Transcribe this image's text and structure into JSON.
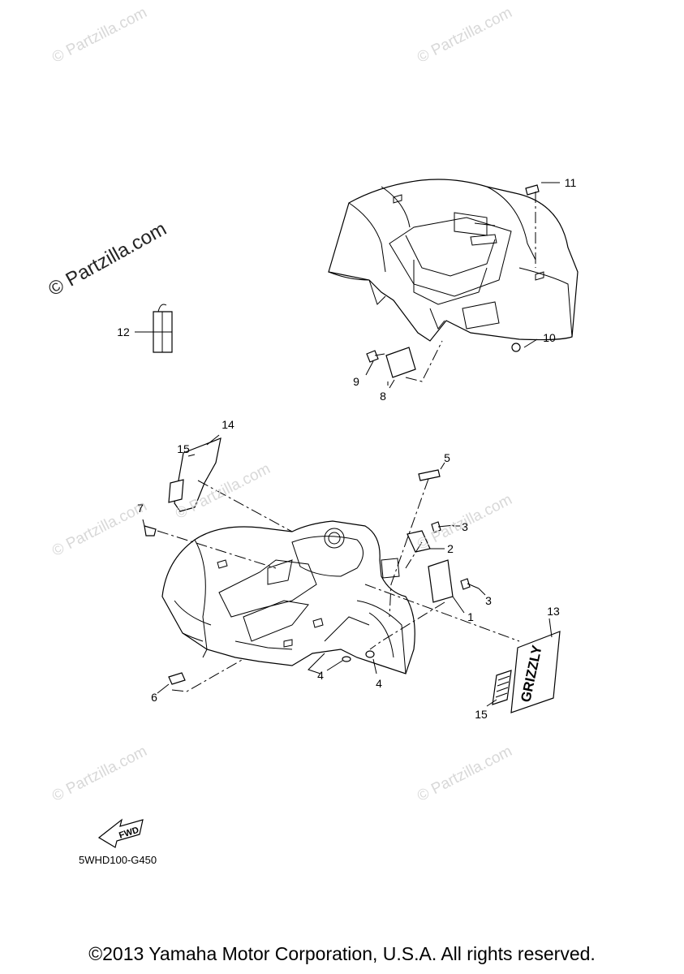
{
  "watermarks": [
    "© Partzilla.com",
    "© Partzilla.com",
    "© Partzilla.com",
    "© Partzilla.com",
    "© Partzilla.com",
    "© Partzilla.com",
    "© Partzilla.com"
  ],
  "main_watermark": "© Partzilla.com",
  "callouts": [
    "1",
    "2",
    "3",
    "3",
    "4",
    "4",
    "5",
    "6",
    "7",
    "8",
    "9",
    "10",
    "11",
    "12",
    "13",
    "14",
    "15",
    "15"
  ],
  "fwd_label": "FWD",
  "emblem_text": "GRIZZLY",
  "diagram_code": "5WHD100-G450",
  "copyright": "©2013 Yamaha Motor Corporation, U.S.A. All rights reserved."
}
